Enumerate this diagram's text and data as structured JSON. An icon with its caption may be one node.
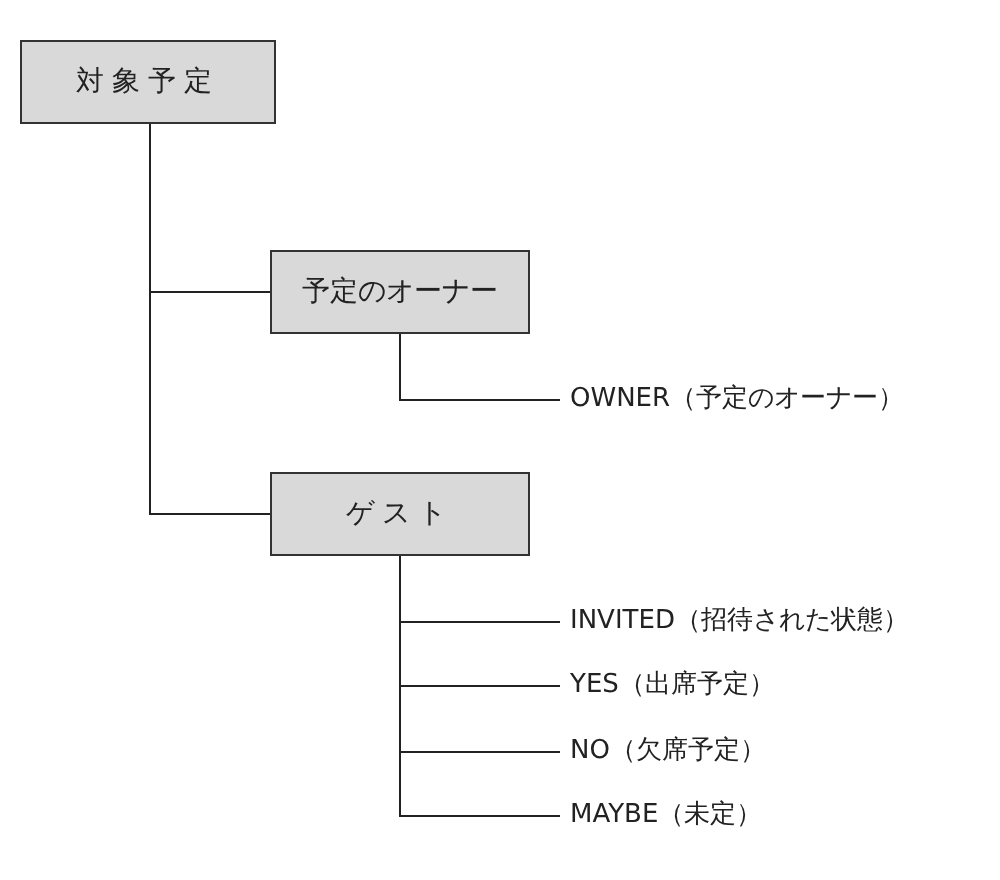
{
  "diagram": {
    "nodes": [
      {
        "text": [
          "対象予定"
        ]
      },
      {
        "text": [
          "予定のオーナー"
        ]
      },
      {
        "text": [
          "OWNER（予定のオーナー）"
        ]
      },
      {
        "text": [
          "ゲスト"
        ]
      },
      {
        "text": [
          "INVITED（招待された状態）"
        ]
      },
      {
        "text": [
          "YES（出席予定）"
        ]
      },
      {
        "text": [
          "NO（欠席予定）"
        ]
      },
      {
        "text": [
          "MAYBE（未定）"
        ]
      }
    ],
    "edges": [
      {
        "from": 0,
        "to": 1,
        "arrow": "none"
      },
      {
        "from": 0,
        "to": 3,
        "arrow": "none"
      },
      {
        "from": 1,
        "to": 2,
        "arrow": "none"
      },
      {
        "from": 3,
        "to": 4,
        "arrow": "none"
      },
      {
        "from": 3,
        "to": 5,
        "arrow": "none"
      },
      {
        "from": 3,
        "to": 6,
        "arrow": "none"
      },
      {
        "from": 3,
        "to": 7,
        "arrow": "none"
      }
    ]
  }
}
